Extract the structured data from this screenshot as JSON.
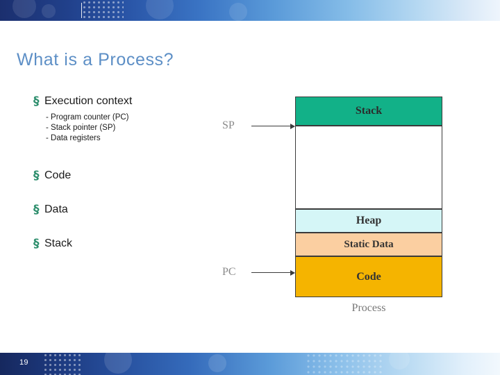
{
  "slide": {
    "title": "What is a Process?",
    "page_number": "19"
  },
  "bullets": [
    {
      "marker": "§",
      "label": "Execution context",
      "sub_items": [
        "- Program counter (PC)",
        "- Stack pointer (SP)",
        "- Data registers"
      ]
    },
    {
      "marker": "§",
      "label": "Code",
      "sub_items": []
    },
    {
      "marker": "§",
      "label": "Data",
      "sub_items": []
    },
    {
      "marker": "§",
      "label": "Stack",
      "sub_items": []
    }
  ],
  "diagram": {
    "caption": "Process",
    "registers": [
      {
        "name": "SP"
      },
      {
        "name": "PC"
      }
    ],
    "segments": [
      {
        "label": "Stack",
        "color": "#12b188"
      },
      {
        "label": "",
        "color": "#ffffff"
      },
      {
        "label": "Heap",
        "color": "#d5f6f7"
      },
      {
        "label": "Static Data",
        "color": "#fbcfa1"
      },
      {
        "label": "Code",
        "color": "#f5b400"
      }
    ]
  },
  "theme": {
    "title_color": "#5d8fc6",
    "bullet_marker_color": "#2f8f6e",
    "band_dark": "#1b2f6e",
    "band_light": "#eef5fc"
  }
}
